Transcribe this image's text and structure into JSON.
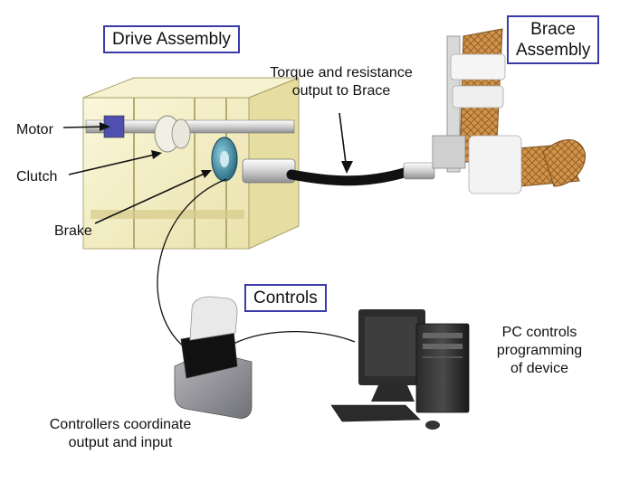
{
  "title_boxes": {
    "drive_assembly": "Drive Assembly",
    "brace_assembly_line1": "Brace",
    "brace_assembly_line2": "Assembly",
    "controls": "Controls"
  },
  "callouts": {
    "torque_line1": "Torque and resistance",
    "torque_line2": "output to Brace",
    "motor": "Motor",
    "clutch": "Clutch",
    "brake": "Brake",
    "pc_line1": "PC controls",
    "pc_line2": "programming",
    "pc_line3": "of device",
    "controllers_line1": "Controllers coordinate",
    "controllers_line2": "output and input"
  },
  "colors": {
    "box_border": "#3a3aa8",
    "drive_housing": "#f4efc0",
    "brake_disc": "#3f8aa0",
    "cable": "#111111",
    "brace_orange": "#c98a3c"
  }
}
